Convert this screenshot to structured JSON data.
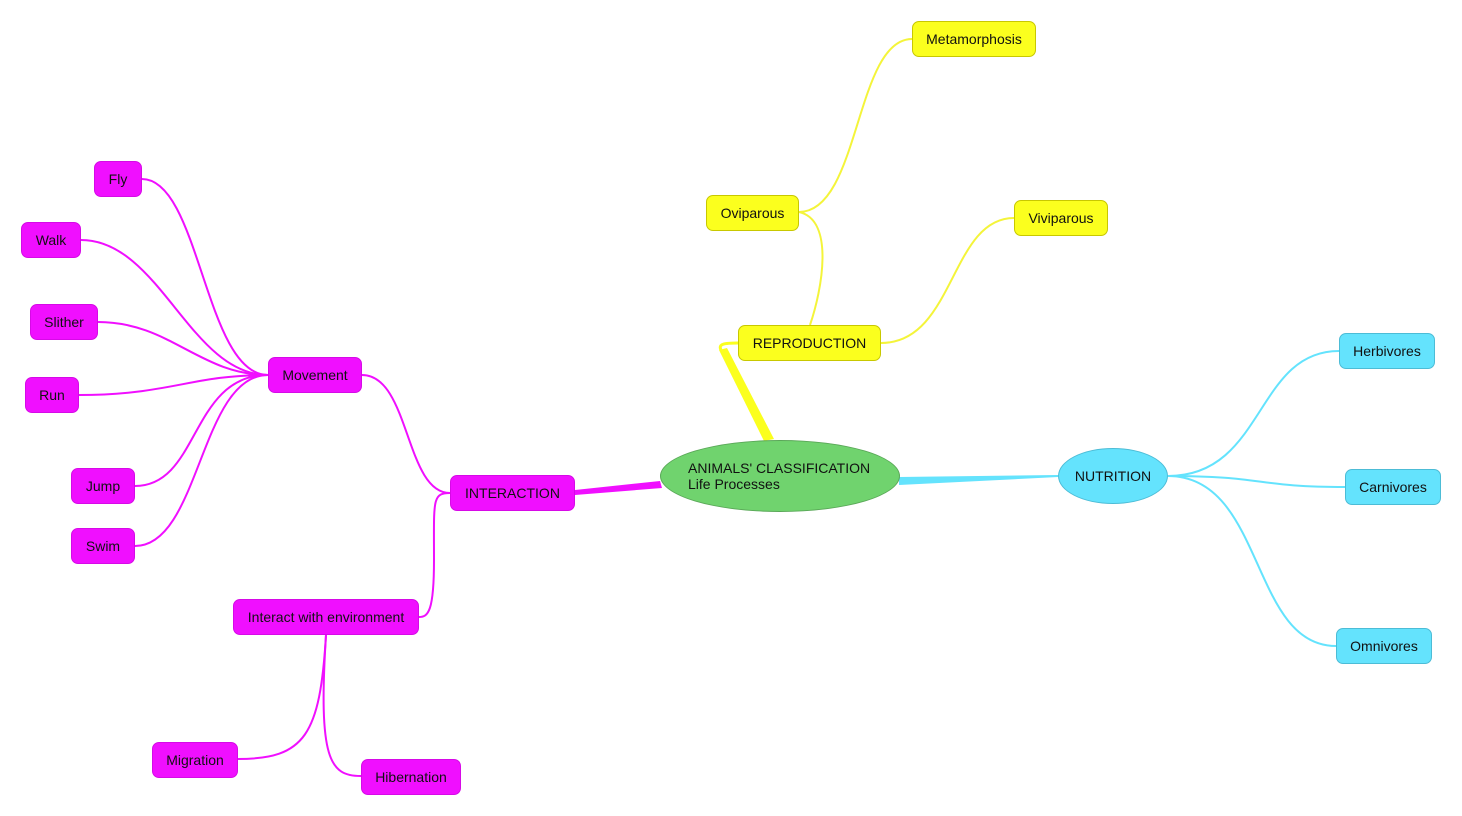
{
  "colors": {
    "interaction": "#f00fff",
    "reproduction": "#fbff1e",
    "nutrition": "#64e3fd",
    "center": "#70d36e"
  },
  "center": {
    "title": "ANIMALS' CLASSIFICATION",
    "subtitle": "Life Processes"
  },
  "reproduction": {
    "label": "REPRODUCTION",
    "oviparous": "Oviparous",
    "metamorphosis": "Metamorphosis",
    "viviparous": "Viviparous"
  },
  "nutrition": {
    "label": "NUTRITION",
    "herbivores": "Herbivores",
    "carnivores": "Carnivores",
    "omnivores": "Omnivores"
  },
  "interaction": {
    "label": "INTERACTION",
    "movement": {
      "label": "Movement",
      "children": [
        "Fly",
        "Walk",
        "Slither",
        "Run",
        "Jump",
        "Swim"
      ]
    },
    "environment": {
      "label": "Interact with environment",
      "children": [
        "Migration",
        "Hibernation"
      ]
    }
  }
}
